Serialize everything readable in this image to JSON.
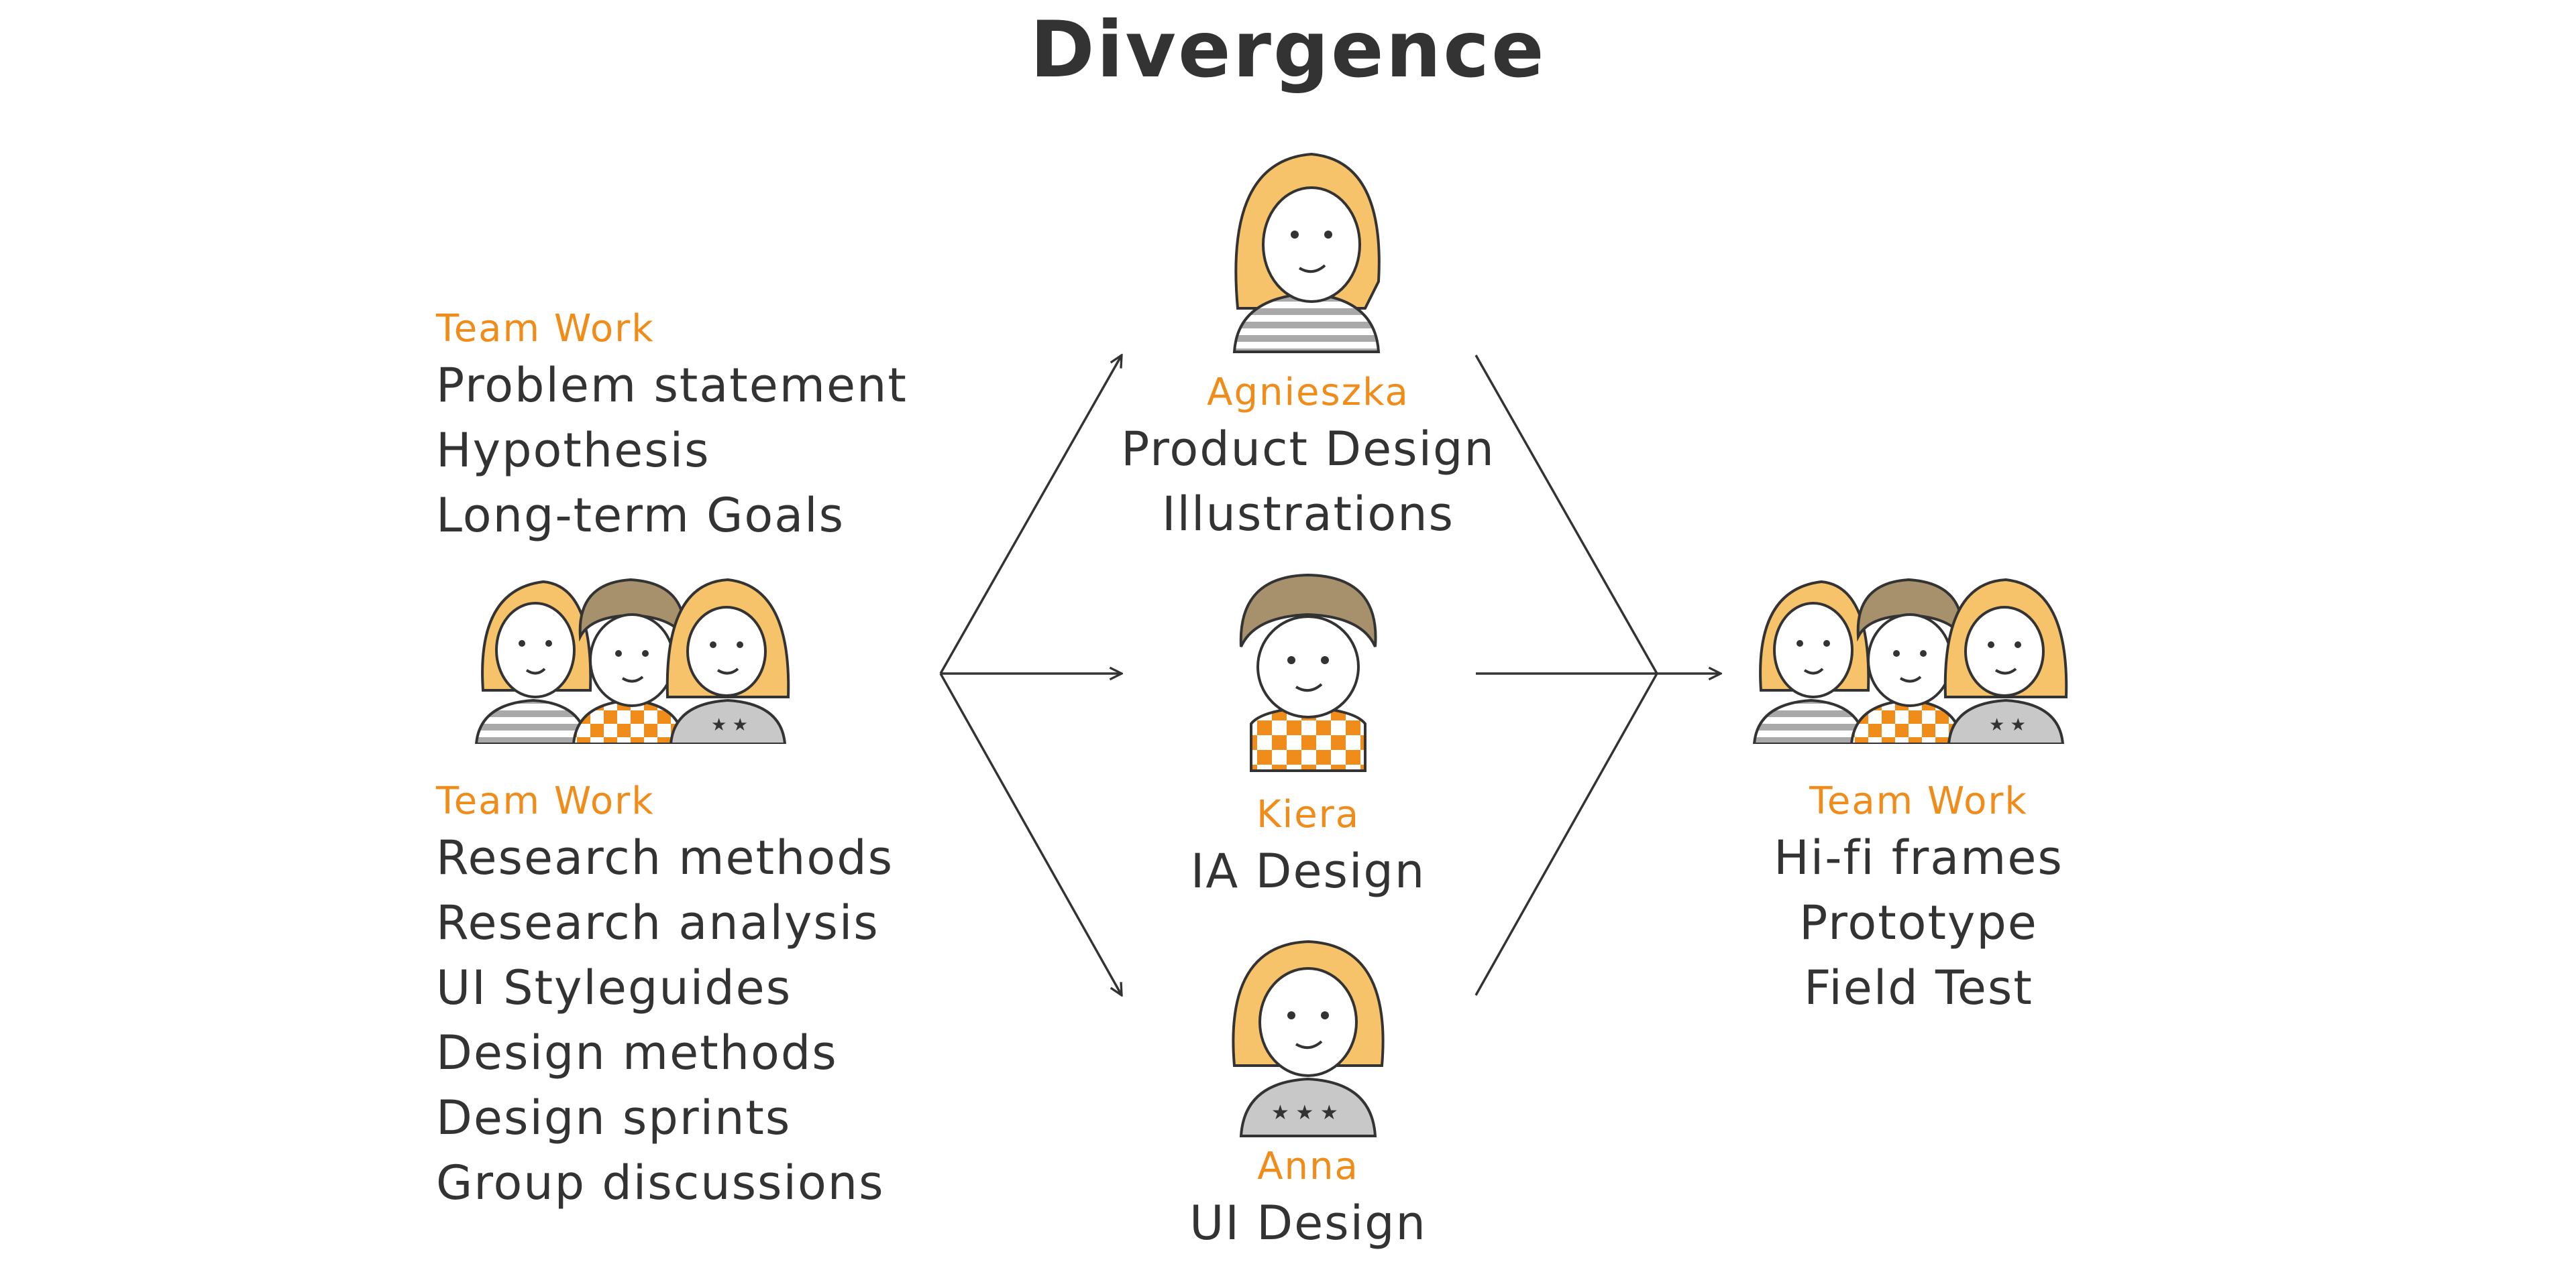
{
  "title": "Divergence",
  "colors": {
    "accent": "#f08c1a",
    "text": "#333333",
    "hair_yellow": "#f7c36a",
    "hair_brown": "#a7916d",
    "stripe_gray": "#a9a9a9",
    "shirt_gray": "#c8c8c8",
    "check_orange": "#f08c1a"
  },
  "left": {
    "top_block": {
      "label": "Team Work",
      "items": [
        "Problem statement",
        "Hypothesis",
        "Long-term Goals"
      ]
    },
    "bottom_block": {
      "label": "Team Work",
      "items": [
        "Research methods",
        "Research analysis",
        "UI Styleguides",
        "Design methods",
        "Design sprints",
        "Group discussions"
      ]
    }
  },
  "middle": {
    "people": [
      {
        "name": "Agnieszka",
        "items": [
          "Product Design",
          "Illustrations"
        ],
        "avatar": "yellow-hair-striped-shirt-icon"
      },
      {
        "name": "Kiera",
        "items": [
          "IA Design"
        ],
        "avatar": "curly-brown-hair-checkered-shirt-icon"
      },
      {
        "name": "Anna",
        "items": [
          "UI Design"
        ],
        "avatar": "curly-yellow-hair-star-shirt-icon"
      }
    ]
  },
  "right": {
    "label": "Team Work",
    "items": [
      "Hi-fi frames",
      "Prototype",
      "Field Test"
    ]
  },
  "icons": {
    "group_left": "team-group-icon",
    "group_right": "team-group-icon",
    "arrows": "arrow-icon"
  }
}
